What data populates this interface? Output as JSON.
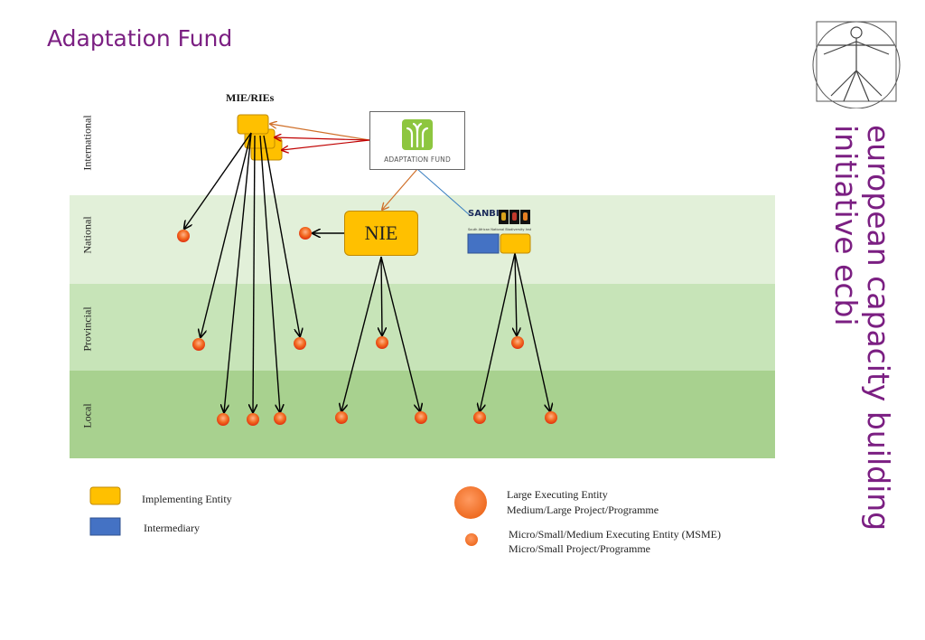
{
  "page": {
    "title": "Adaptation Fund"
  },
  "levels": [
    "International",
    "National",
    "Provincial",
    "Local"
  ],
  "mie_label": "MIE/RIEs",
  "adaptation_fund_box": {
    "text": "ADAPTATION FUND"
  },
  "nie_box": {
    "text": "NIE"
  },
  "sanbi": {
    "name": "SANBI",
    "subtitle": "South African National Biodiversity Institute"
  },
  "brand": {
    "line1": "european capacity building",
    "line2": "initiative ecbi",
    "color": "#7b1f82"
  },
  "legend": {
    "implementing": "Implementing Entity",
    "intermediary": "Intermediary",
    "large_line1": "Large Executing Entity",
    "large_line2": "Medium/Large Project/Programme",
    "small_line1": "Micro/Small/Medium Executing Entity (MSME)",
    "small_line2": "Micro/Small Project/Programme"
  },
  "colors": {
    "implementing_entity": "#ffc000",
    "intermediary": "#4472c4",
    "executing_entity": "#f26b21",
    "band_national": "#e2f0d9",
    "band_provincial": "#c7e4b8",
    "band_local": "#a8d18f"
  }
}
